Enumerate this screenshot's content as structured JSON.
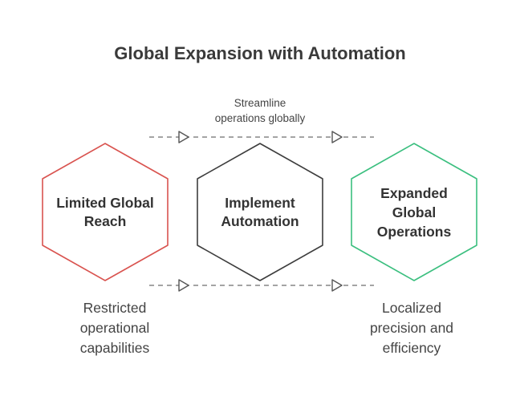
{
  "title": "Global Expansion with Automation",
  "top_note": [
    "Streamline",
    "operations globally"
  ],
  "hexagons": [
    {
      "id": "limited",
      "lines": [
        "Limited Global",
        "Reach"
      ],
      "color": "#d9534f"
    },
    {
      "id": "implement",
      "lines": [
        "Implement",
        "Automation"
      ],
      "color": "#3d3d3d"
    },
    {
      "id": "expanded",
      "lines": [
        "Expanded",
        "Global",
        "Operations"
      ],
      "color": "#3bbf7f"
    }
  ],
  "captions": {
    "left": [
      "Restricted",
      "operational",
      "capabilities"
    ],
    "right": [
      "Localized",
      "precision and",
      "efficiency"
    ]
  }
}
